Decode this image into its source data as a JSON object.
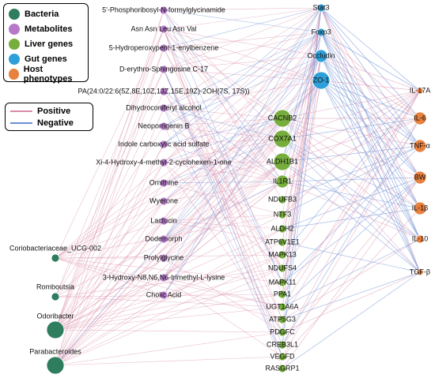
{
  "colors": {
    "bacteria": "#2e7d5e",
    "metabolites": "#b678c9",
    "liver": "#76ad3c",
    "gut": "#2e9fd8",
    "host": "#e8803e",
    "positive": "#d98aa8",
    "negative": "#6a8ed6"
  },
  "legend": {
    "categories": [
      {
        "key": "bacteria",
        "label": "Bacteria"
      },
      {
        "key": "metabolites",
        "label": "Metabolites"
      },
      {
        "key": "liver",
        "label": "Liver genes"
      },
      {
        "key": "gut",
        "label": "Gut genes"
      },
      {
        "key": "host",
        "label": "Host phenotypes"
      }
    ],
    "edges": [
      {
        "key": "positive",
        "label": "Positive"
      },
      {
        "key": "negative",
        "label": "Negative"
      }
    ]
  },
  "nodes": {
    "bacteria": [
      {
        "label": "Coriobacteriaceae_UCG-002",
        "size": 1
      },
      {
        "label": "Romboutsia",
        "size": 1
      },
      {
        "label": "Odoribacter",
        "size": 3
      },
      {
        "label": "Parabacteroides",
        "size": 3
      }
    ],
    "metabolites": [
      "5'-Phosphoribosyl-N-formylglycinamide",
      "Asn Asn Leu Asn Val",
      "5-Hydroperoxypent-1-enylbenzene",
      "D-erythro-Sphingosine C-17",
      "PA(24:0/22:6(5Z,8E,10Z,13Z,15E,19Z)-2OH(7S, 17S))",
      "Dihydroconiferyl alcohol",
      "Neoporrigenin B",
      "Indole carboxylic acid sulfate",
      "Xi-4-Hydroxy-4-methyl-2-cyclohexen-1-one",
      "Ornithine",
      "Wyerone",
      "Lactucin",
      "Dodemorph",
      "Prolylglycine",
      "3-Hydroxy-N8,N6,N6-trimethyl-L-lysine",
      "Cholic Acid"
    ],
    "liver": [
      {
        "label": "CACNB2",
        "size": 3
      },
      {
        "label": "COX7A1",
        "size": 3
      },
      {
        "label": "ALDH1B1",
        "size": 3
      },
      {
        "label": "IL1R1",
        "size": 2
      },
      {
        "label": "NDUFB3",
        "size": 1
      },
      {
        "label": "NTF3",
        "size": 1
      },
      {
        "label": "ALDH2",
        "size": 1
      },
      {
        "label": "ATP6V1E1",
        "size": 1
      },
      {
        "label": "MAPK13",
        "size": 1
      },
      {
        "label": "NDUFS4",
        "size": 1
      },
      {
        "label": "MAPK11",
        "size": 1
      },
      {
        "label": "PPA1",
        "size": 1
      },
      {
        "label": "UGT1A6A",
        "size": 1
      },
      {
        "label": "ATP5G3",
        "size": 1
      },
      {
        "label": "PDGFC",
        "size": 1
      },
      {
        "label": "CREB3L1",
        "size": 1
      },
      {
        "label": "VEGFD",
        "size": 1
      },
      {
        "label": "RASGRP1",
        "size": 1
      }
    ],
    "gut": [
      {
        "label": "Stat3",
        "size": 1
      },
      {
        "label": "Foxp3",
        "size": 1
      },
      {
        "label": "Occludin",
        "size": 2
      },
      {
        "label": "ZO-1",
        "size": 3
      }
    ],
    "host": [
      {
        "label": "IL-17A",
        "size": 0
      },
      {
        "label": "IL-6",
        "size": 2
      },
      {
        "label": "TNF-α",
        "size": 2
      },
      {
        "label": "BW",
        "size": 2
      },
      {
        "label": "IL-1β",
        "size": 2
      },
      {
        "label": "IL-10",
        "size": 1
      },
      {
        "label": "TGF-β",
        "size": 0
      }
    ]
  }
}
